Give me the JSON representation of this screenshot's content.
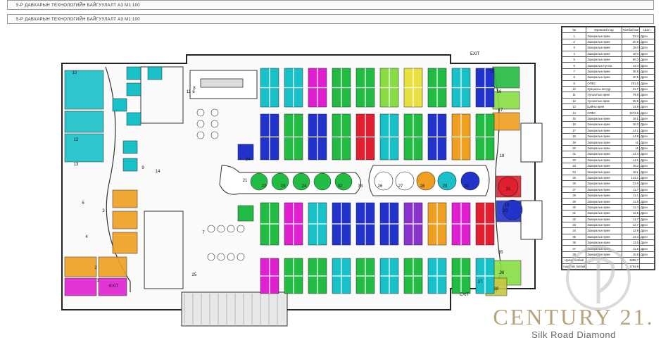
{
  "title_bars": [
    "5-Р ДАВХАРЫН ТЕХНОЛОГИЙН БАЙГУУЛАЛТ А3 М1:100",
    "5-Р ДАВХАРЫН ТЕХНОЛОГИЙН БАЙГУУЛАЛТ А3 М1:100"
  ],
  "exit_label": "EXIT",
  "legend": {
    "headers": [
      "№",
      "Өрөөний нэр",
      "Талбай м2",
      "Шал"
    ],
    "rows": [
      [
        "1",
        "Захиралын өрөө",
        "22.3",
        "Дрон"
      ],
      [
        "2",
        "Захиралын өрөө",
        "20.8",
        "Дрон"
      ],
      [
        "3",
        "Захиралын өрөө",
        "19.0",
        "Дрон"
      ],
      [
        "4",
        "Захиралын өрөө",
        "19.0",
        "Дрон"
      ],
      [
        "5",
        "Захиралын өрөө",
        "60.2",
        "Дрон"
      ],
      [
        "6",
        "Захиралын пусгах",
        "12.4",
        "Дрон"
      ],
      [
        "7",
        "Захиралын өрөө",
        "38.8",
        "Дрон"
      ],
      [
        "8",
        "Захиралын өрөө",
        "40.5",
        "Дрон"
      ],
      [
        "9",
        "ОПЕС",
        "201.6",
        "Дрон"
      ],
      [
        "10",
        "Хувцасны өлгүүр",
        "21.7",
        "Дрон"
      ],
      [
        "11",
        "Уулзалтын өрөө",
        "79.9",
        "Дрон"
      ],
      [
        "12",
        "Уулзалтын өрөө",
        "25.9",
        "Дрон"
      ],
      [
        "13",
        "Цайны өрөө",
        "14.9",
        "Дрон"
      ],
      [
        "14",
        "ОПЕС",
        "1673.5",
        "Дрон"
      ],
      [
        "15",
        "Захиралын өрөө",
        "18.1",
        "Дрон"
      ],
      [
        "16",
        "Захиралын өрөө",
        "16.3",
        "Дрон"
      ],
      [
        "17",
        "Захиралын өрөө",
        "14.1",
        "Дрон"
      ],
      [
        "18",
        "Захиралын өрөө",
        "14.8",
        "Дрон"
      ],
      [
        "19",
        "Захиралын өрөө",
        "11",
        "Дрон"
      ],
      [
        "20",
        "Захиралын өрөө",
        "11",
        "Дрон"
      ],
      [
        "21",
        "Захиралын өрөө",
        "14.4",
        "Дрон"
      ],
      [
        "22",
        "Захиралын өрөө",
        "14.1",
        "Дрон"
      ],
      [
        "23",
        "Захиралын өрөө",
        "16.3",
        "Дрон"
      ],
      [
        "24",
        "Захиралын өрөө",
        "18.1",
        "Дрон"
      ],
      [
        "25",
        "Захиралын өрөө",
        "144.1",
        "Дрон"
      ],
      [
        "26",
        "Захиралын өрөө",
        "21.6",
        "Дрон"
      ],
      [
        "27",
        "Захиралын өрөө",
        "11.7",
        "Дрон"
      ],
      [
        "28",
        "Захиралын өрөө",
        "11.1",
        "Дрон"
      ],
      [
        "29",
        "Захиралын өрөө",
        "11.6",
        "Дрон"
      ],
      [
        "30",
        "Захиралын өрөө",
        "11.4",
        "Дрон"
      ],
      [
        "31",
        "Захиралын өрөө",
        "12.5",
        "Дрон"
      ],
      [
        "32",
        "Захиралын өрөө",
        "11.7",
        "Дрон"
      ],
      [
        "33",
        "Захиралын өрөө",
        "12.7",
        "Дрон"
      ],
      [
        "34",
        "Захиралын өрөө",
        "12.9",
        "Дрон"
      ],
      [
        "35",
        "Захиралын өрөө",
        "13.3",
        "Дрон"
      ],
      [
        "36",
        "Захиралын өрөө",
        "13.5",
        "Дрон"
      ],
      [
        "37",
        "Захиралын өрөө",
        "11.6",
        "Дрон"
      ],
      [
        "38",
        "Захиралын өрөө",
        "15.8",
        "Дрон"
      ]
    ],
    "footer": [
      [
        "Цэвэр талбай",
        "",
        "1895.7",
        ""
      ],
      [
        "Ашигтай талбай",
        "",
        "1764.9",
        ""
      ]
    ]
  },
  "room_numbers": [
    "1",
    "2",
    "3",
    "4",
    "5",
    "6",
    "7",
    "8",
    "9",
    "10",
    "11",
    "12",
    "13",
    "14",
    "15",
    "16",
    "17",
    "18",
    "19",
    "20",
    "21",
    "22",
    "23",
    "24",
    "25",
    "26",
    "27",
    "28",
    "29",
    "30",
    "31",
    "32",
    "33",
    "34",
    "35",
    "36",
    "37",
    "38"
  ],
  "brand": {
    "name": "CENTURY 21.",
    "sub": "Silk Road Diamond"
  },
  "colors": {
    "blue": "#2233cc",
    "green": "#22bb44",
    "cyan": "#18c0c8",
    "magenta": "#e020d0",
    "orange": "#f0a020",
    "yellow": "#e8e040",
    "red": "#e02030",
    "lime": "#88dd44",
    "olive": "#c8c840",
    "purple": "#8833cc",
    "gold": "#b8a279"
  }
}
